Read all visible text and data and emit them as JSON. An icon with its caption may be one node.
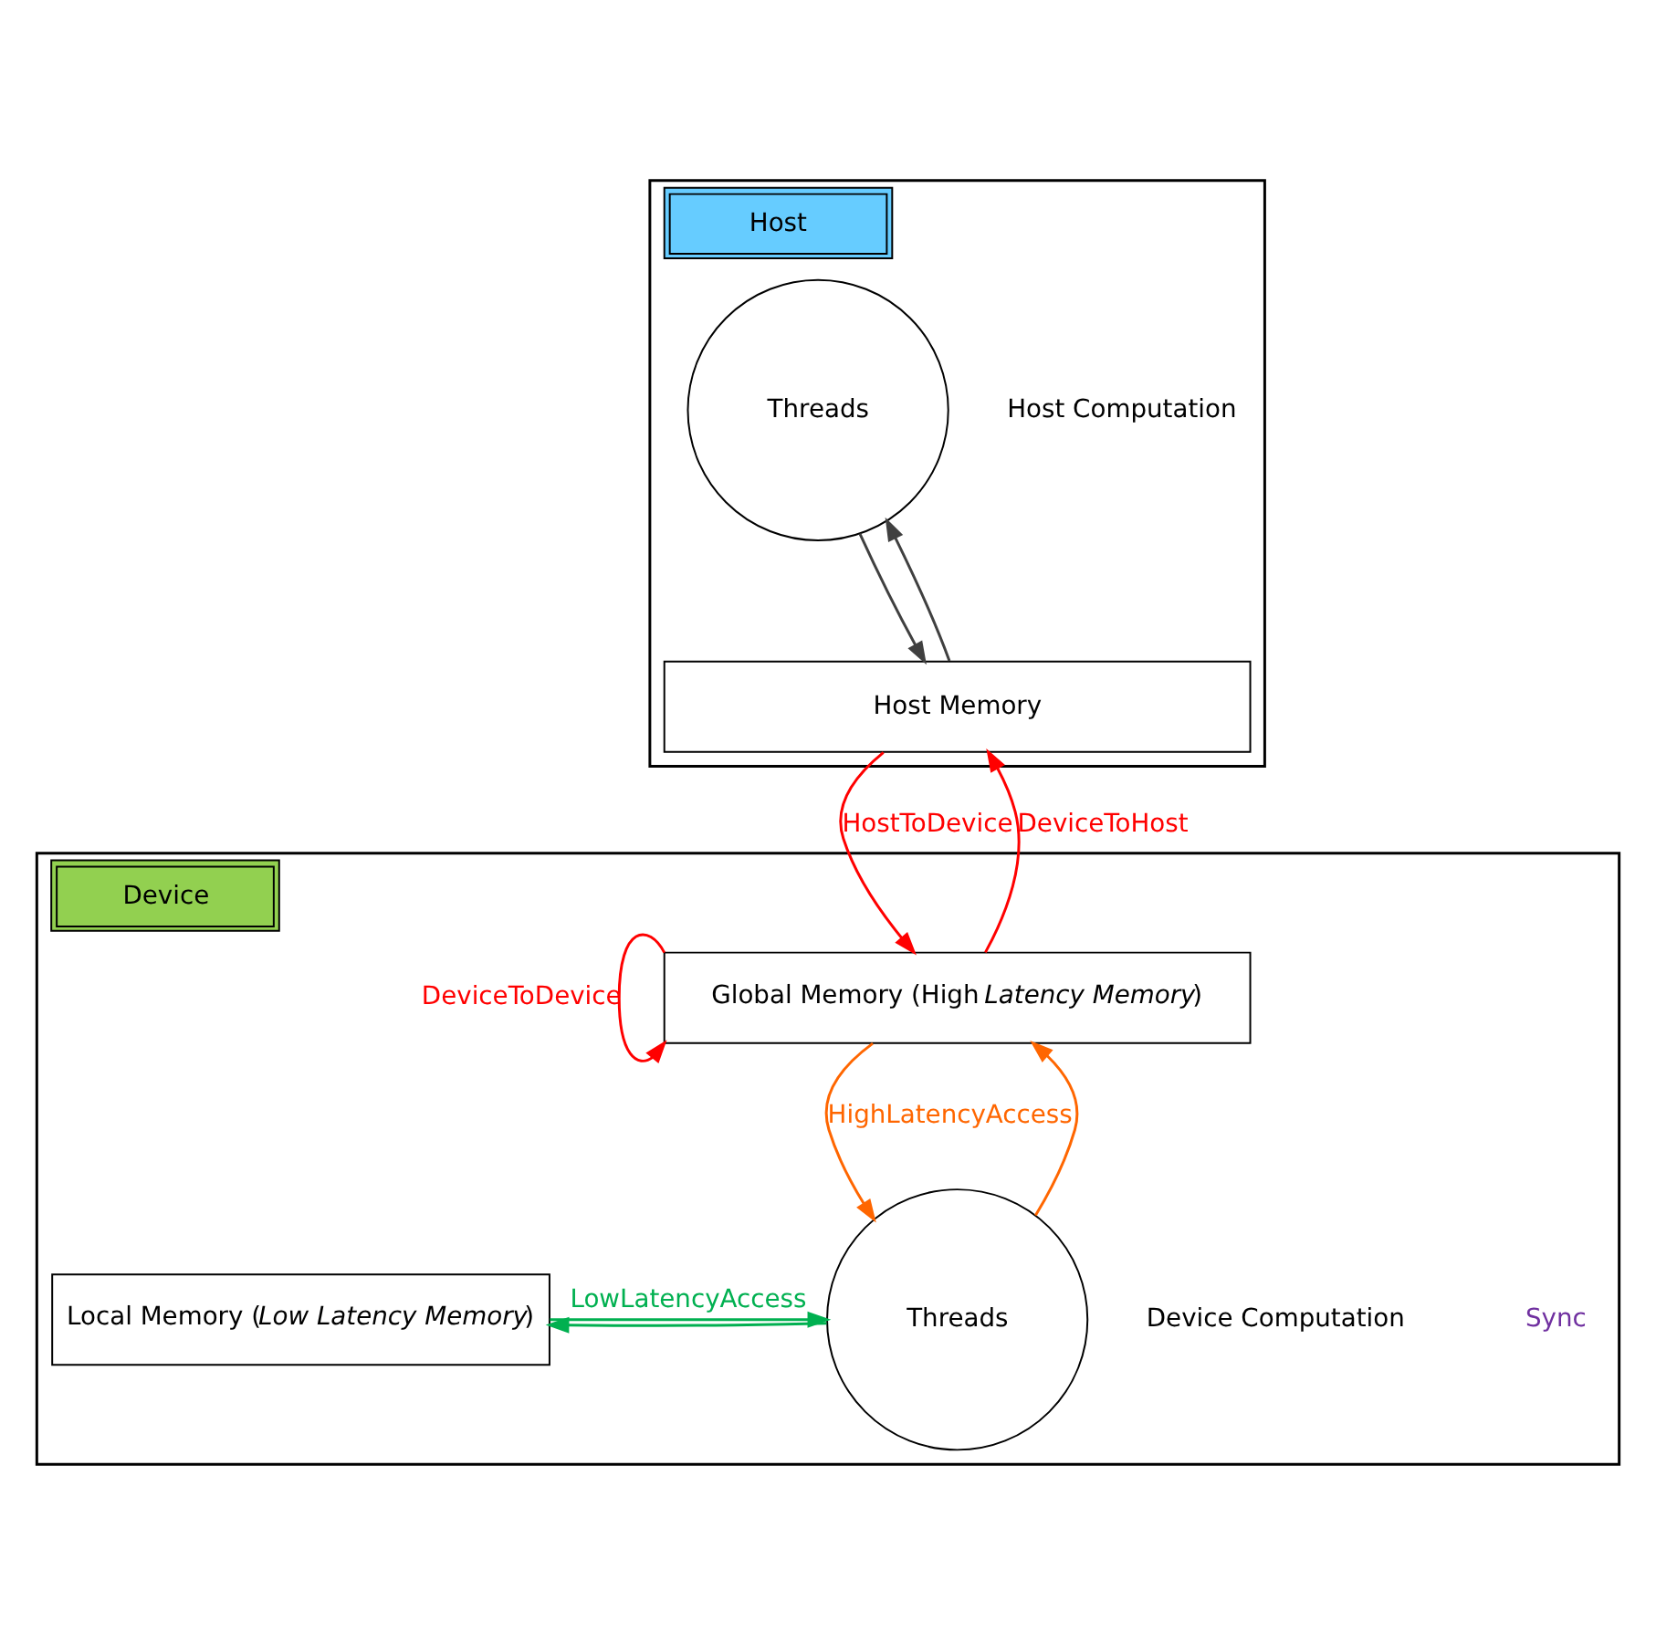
{
  "diagram": {
    "nodes": [
      {
        "text": [
          "Host"
        ]
      },
      {
        "text": [
          "Threads"
        ],
        "in": 0,
        "beside": [
          "Host Computation"
        ]
      },
      {
        "text": [
          "Host Memory"
        ],
        "in": 0
      },
      {
        "text": [
          "Device"
        ]
      },
      {
        "text": [
          "Global Memory (High *Latency Memory*)"
        ],
        "in": 3
      },
      {
        "text": [
          "Threads"
        ],
        "in": 3,
        "beside": [
          "Device Computation"
        ]
      },
      {
        "text": [
          "Local Memory (*Low Latency Memory*)"
        ],
        "in": 3
      }
    ],
    "edges": [
      {
        "from": 1,
        "to": 2,
        "arrow": "to",
        "color": "#404040"
      },
      {
        "from": 2,
        "to": 1,
        "arrow": "to",
        "color": "#404040"
      },
      {
        "from": 2,
        "to": 4,
        "arrow": "to",
        "label": "HostToDevice",
        "color": "#ff0000"
      },
      {
        "from": 4,
        "to": 2,
        "arrow": "to",
        "label": "DeviceToHost",
        "color": "#ff0000"
      },
      {
        "from": 4,
        "to": 4,
        "arrow": "to",
        "label": "DeviceToDevice",
        "color": "#ff0000"
      },
      {
        "from": 4,
        "to": 5,
        "arrow": "to",
        "label": "HighLatencyAccess",
        "color": "#ff6600"
      },
      {
        "from": 5,
        "to": 4,
        "arrow": "to",
        "color": "#ff6600"
      },
      {
        "from": 6,
        "to": 5,
        "arrow": "to",
        "label": "LowLatencyAccess",
        "color": "#00b050"
      },
      {
        "from": 5,
        "to": 6,
        "arrow": "to",
        "color": "#00b050"
      }
    ],
    "labels": [
      "Sync"
    ]
  }
}
